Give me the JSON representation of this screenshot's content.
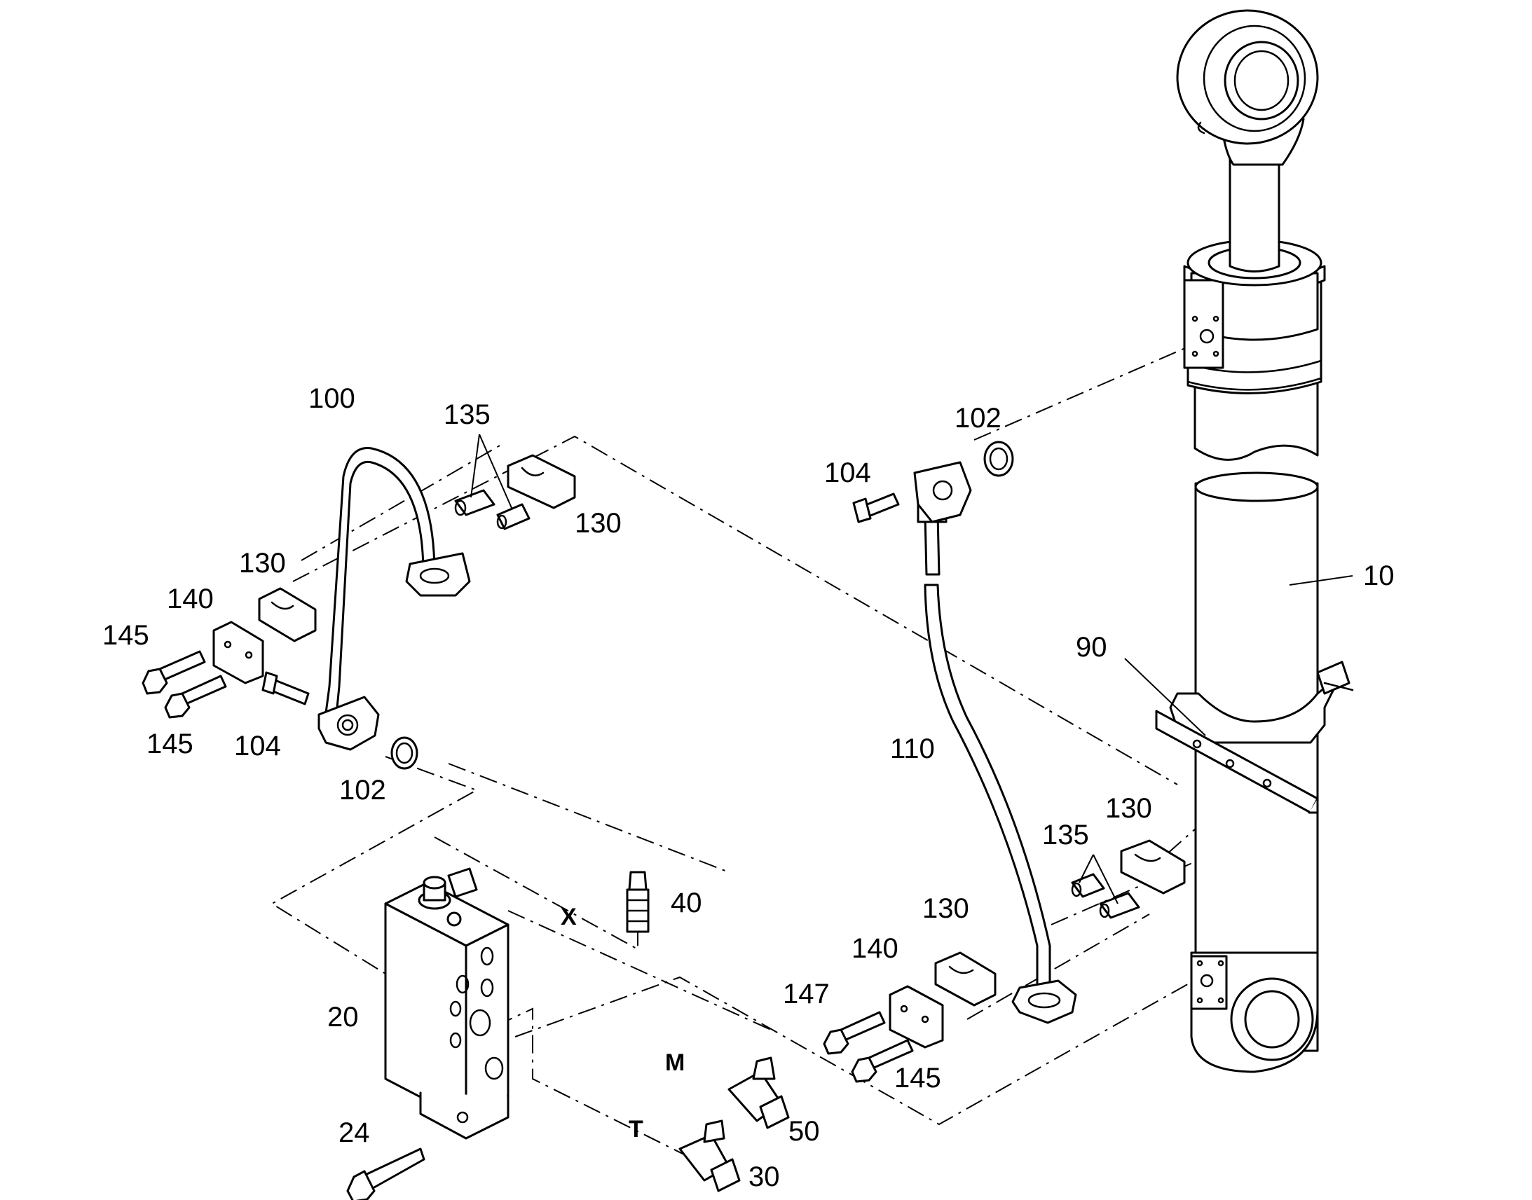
{
  "callouts": [
    {
      "id": "c10",
      "text": "10"
    },
    {
      "id": "c20",
      "text": "20"
    },
    {
      "id": "c24",
      "text": "24"
    },
    {
      "id": "c30",
      "text": "30"
    },
    {
      "id": "c40",
      "text": "40"
    },
    {
      "id": "c50",
      "text": "50"
    },
    {
      "id": "c90",
      "text": "90"
    },
    {
      "id": "c100",
      "text": "100"
    },
    {
      "id": "c102a",
      "text": "102"
    },
    {
      "id": "c102b",
      "text": "102"
    },
    {
      "id": "c104a",
      "text": "104"
    },
    {
      "id": "c104b",
      "text": "104"
    },
    {
      "id": "c110",
      "text": "110"
    },
    {
      "id": "c130a",
      "text": "130"
    },
    {
      "id": "c130b",
      "text": "130"
    },
    {
      "id": "c130c",
      "text": "130"
    },
    {
      "id": "c130d",
      "text": "130"
    },
    {
      "id": "c135a",
      "text": "135"
    },
    {
      "id": "c135b",
      "text": "135"
    },
    {
      "id": "c140a",
      "text": "140"
    },
    {
      "id": "c140b",
      "text": "140"
    },
    {
      "id": "c145a",
      "text": "145"
    },
    {
      "id": "c145b",
      "text": "145"
    },
    {
      "id": "c145c",
      "text": "145"
    },
    {
      "id": "c147",
      "text": "147"
    }
  ],
  "ports": [
    {
      "id": "pX",
      "text": "X"
    },
    {
      "id": "pM",
      "text": "M"
    },
    {
      "id": "pT",
      "text": "T"
    }
  ]
}
